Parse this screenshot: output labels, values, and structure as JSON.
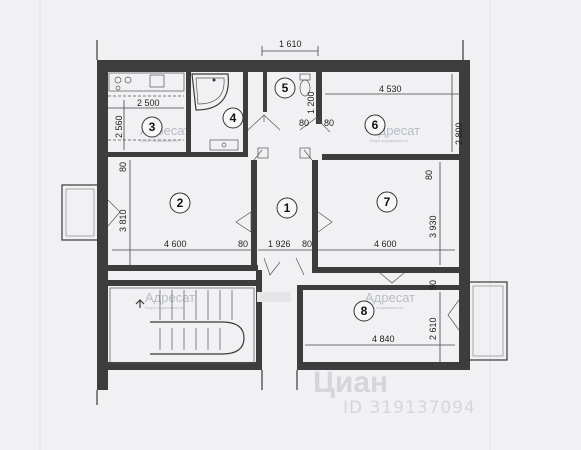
{
  "rooms": [
    {
      "num": "1"
    },
    {
      "num": "2"
    },
    {
      "num": "3"
    },
    {
      "num": "4"
    },
    {
      "num": "5"
    },
    {
      "num": "6"
    },
    {
      "num": "7"
    },
    {
      "num": "8"
    }
  ],
  "dims": {
    "top_1610": "1 610",
    "d2500": "2 500",
    "d2560": "2 560",
    "d1200": "1 200",
    "d4530": "4 530",
    "d2800": "2 800",
    "d80_a": "80",
    "d80_b": "80",
    "d80_c": "80",
    "d3810": "3 810",
    "d3930": "3 930",
    "d4600_left": "4 600",
    "d80_d": "80",
    "d1926": "1 926",
    "d80_e": "80",
    "d4600_right": "4 600",
    "d80_f": "80",
    "d80_g": "80",
    "d2610": "2 610",
    "d4840": "4 840"
  },
  "watermarks": [
    {
      "brand": "Адресат",
      "sub": "Бюро недвижимости"
    },
    {
      "brand": "Адресат",
      "sub": "Бюро недвижимости"
    },
    {
      "brand": "Адресат",
      "sub": "Бюро недвижимости"
    },
    {
      "brand": "Адресат",
      "sub": "Бюро недвижимости"
    }
  ],
  "cian": {
    "logo": "Циан",
    "id": "ID 319137094"
  }
}
